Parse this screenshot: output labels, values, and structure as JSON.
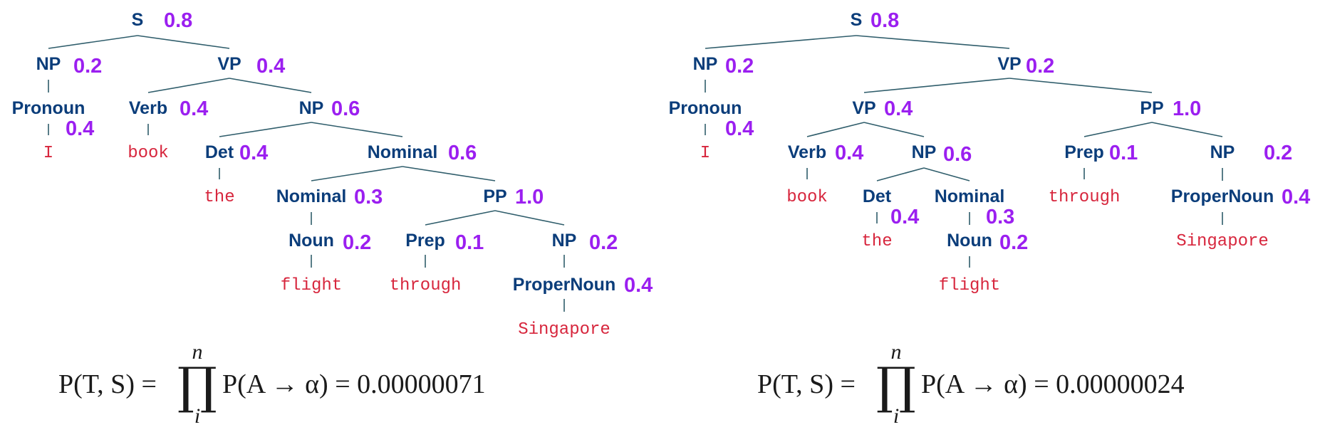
{
  "tree_left": {
    "nodes": [
      {
        "label": "S",
        "prob": "0.8"
      },
      {
        "label": "NP",
        "prob": "0.2"
      },
      {
        "label": "VP",
        "prob": "0.4"
      },
      {
        "label": "Pronoun",
        "prob": "0.4"
      },
      {
        "label": "Verb",
        "prob": "0.4"
      },
      {
        "label": "NP",
        "prob": "0.6"
      },
      {
        "label": "Det",
        "prob": "0.4"
      },
      {
        "label": "Nominal",
        "prob": "0.6"
      },
      {
        "label": "Nominal",
        "prob": "0.3"
      },
      {
        "label": "PP",
        "prob": "1.0"
      },
      {
        "label": "Noun",
        "prob": "0.2"
      },
      {
        "label": "Prep",
        "prob": "0.1"
      },
      {
        "label": "NP",
        "prob": "0.2"
      },
      {
        "label": "ProperNoun",
        "prob": "0.4"
      }
    ],
    "words": [
      "I",
      "book",
      "the",
      "flight",
      "through",
      "Singapore"
    ]
  },
  "tree_right": {
    "nodes": [
      {
        "label": "S",
        "prob": "0.8"
      },
      {
        "label": "NP",
        "prob": "0.2"
      },
      {
        "label": "VP",
        "prob": "0.2"
      },
      {
        "label": "Pronoun",
        "prob": "0.4"
      },
      {
        "label": "VP",
        "prob": "0.4"
      },
      {
        "label": "PP",
        "prob": "1.0"
      },
      {
        "label": "Verb",
        "prob": "0.4"
      },
      {
        "label": "NP",
        "prob": "0.6"
      },
      {
        "label": "Prep",
        "prob": "0.1"
      },
      {
        "label": "NP",
        "prob": "0.2"
      },
      {
        "label": "Det",
        "prob": "0.4"
      },
      {
        "label": "Nominal",
        "prob": "0.3"
      },
      {
        "label": "ProperNoun",
        "prob": "0.4"
      },
      {
        "label": "Noun",
        "prob": "0.2"
      }
    ],
    "words": [
      "I",
      "book",
      "through",
      "Singapore",
      "the",
      "flight"
    ]
  },
  "formula_left": {
    "lhs": "P(T, S) = ",
    "sym": "∏",
    "upper": "n",
    "lower": "i",
    "rhs": "P(A → α) = 0.00000071"
  },
  "formula_right": {
    "lhs": "P(T, S) = ",
    "sym": "∏",
    "upper": "n",
    "lower": "i",
    "rhs": "P(A → α) = 0.00000024"
  }
}
